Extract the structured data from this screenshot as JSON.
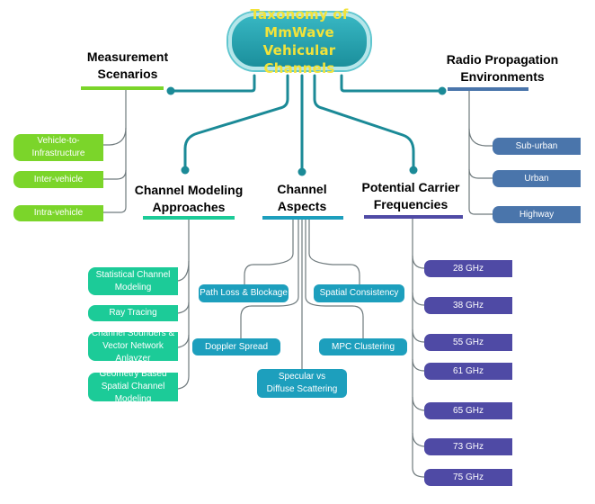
{
  "root": {
    "title": "Taxonomy of MmWave\nVehicular Channels"
  },
  "categories": {
    "measurement": {
      "label": "Measurement\nScenarios",
      "color": "#7bd52a"
    },
    "radio": {
      "label": "Radio Propagation\nEnvironments",
      "color": "#4a75ab"
    },
    "modeling": {
      "label": "Channel Modeling\nApproaches",
      "color": "#1ccb98"
    },
    "aspects": {
      "label": "Channel\nAspects",
      "color": "#1d9fbd"
    },
    "carrier": {
      "label": "Potential Carrier\nFrequencies",
      "color": "#4f4aa5"
    }
  },
  "measurement_items": [
    "Vehicle-to-\nInfrastructure",
    "Inter-vehicle",
    "Intra-vehicle"
  ],
  "radio_items": [
    "Sub-urban",
    "Urban",
    "Highway"
  ],
  "modeling_items": [
    "Statistical Channel\nModeling",
    "Ray Tracing",
    "Channel Sounders &\nVector Network Anlayzer",
    "Geometry Based\nSpatial Channel Modeling"
  ],
  "aspect_items": [
    "Path Loss & Blockage",
    "Spatial Consistency",
    "Doppler Spread",
    "MPC Clustering",
    "Specular vs\nDiffuse Scattering"
  ],
  "carrier_items": [
    "28 GHz",
    "38 GHz",
    "55 GHz",
    "61 GHz",
    "65 GHz",
    "73 GHz",
    "75 GHz"
  ],
  "connector_color": "#1b8a97"
}
